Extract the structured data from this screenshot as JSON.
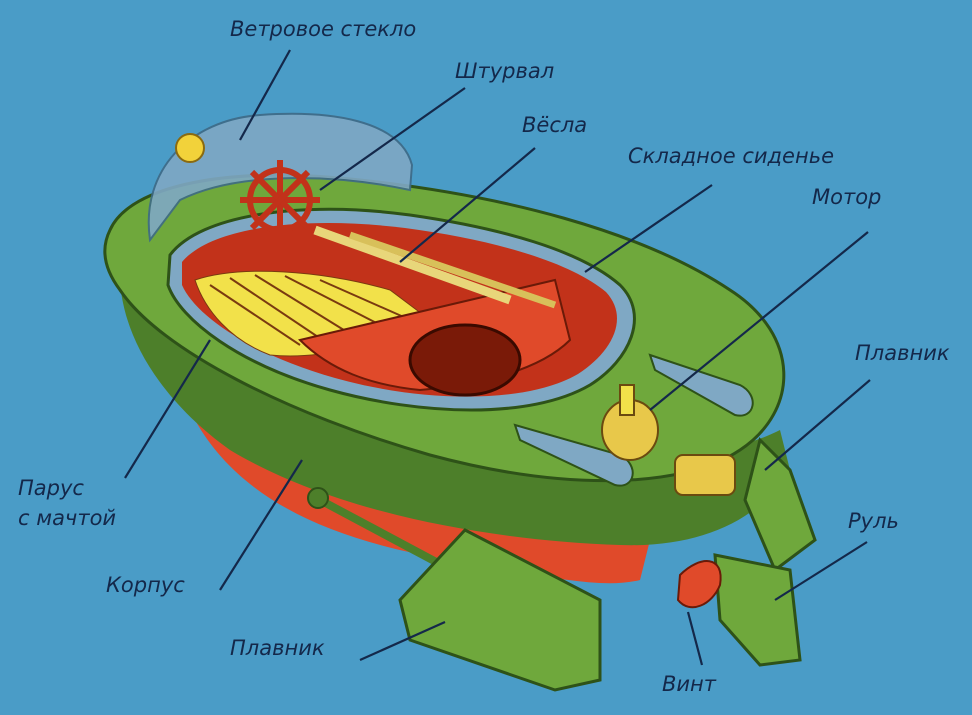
{
  "labels": {
    "windshield": "Ветровое стекло",
    "steering_wheel": "Штурвал",
    "oars": "Вёсла",
    "folding_seat": "Складное сиденье",
    "motor": "Мотор",
    "fin_right": "Плавник",
    "sail_mast_line1": "Парус",
    "sail_mast_line2": "с мачтой",
    "hull": "Корпус",
    "rudder": "Руль",
    "fin_bottom": "Плавник",
    "propeller": "Винт"
  },
  "colors": {
    "background": "#4a9cc7",
    "hull_green": "#6fa83c",
    "hull_dark_green": "#4d7f2a",
    "keel_red": "#e04a2a",
    "interior_red": "#c2321a",
    "deck_yellow": "#f2e14a",
    "windshield_blue": "#7fa8c4",
    "label_ink": "#14284a"
  }
}
